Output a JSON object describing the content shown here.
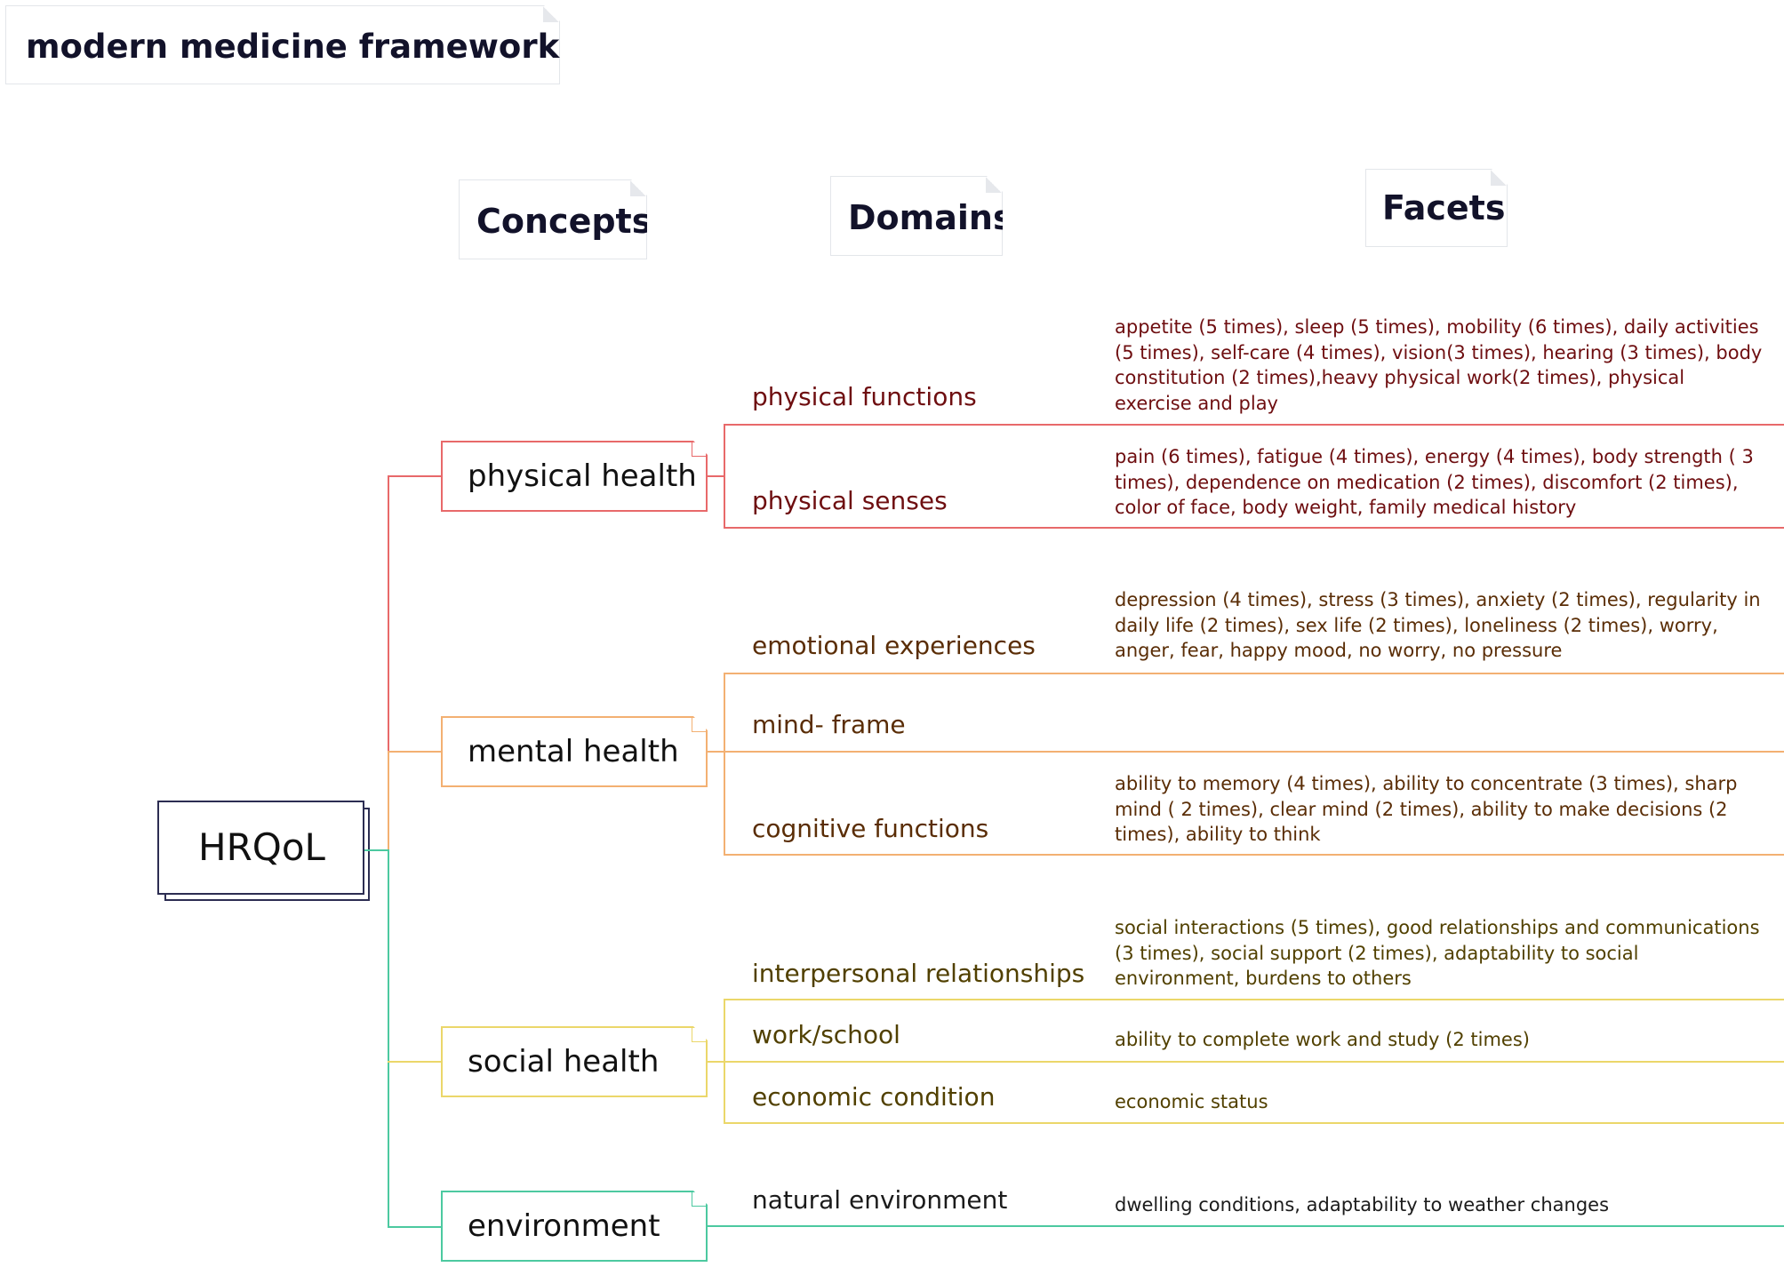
{
  "title": "modern medicine framework",
  "root": "HRQoL",
  "headers": {
    "concepts": "Concepts",
    "domains": "Domains",
    "facets": "Facets"
  },
  "colors": {
    "physical": "#e8696a",
    "mental": "#f3b072",
    "social": "#ebd76a",
    "environment": "#4cc9a0",
    "physical_text": "#6e0e10",
    "mental_text": "#5a2d06",
    "social_text": "#514000",
    "environment_text": "#1b1b1b"
  },
  "concepts": [
    {
      "label": "physical health",
      "domains": [
        {
          "label": "physical functions",
          "facets": "appetite (5 times), sleep (5 times), mobility (6 times), daily activities (5 times), self-care (4 times), vision(3 times), hearing (3 times), body constitution (2 times),heavy physical work(2 times), physical exercise and play"
        },
        {
          "label": "physical senses",
          "facets": "pain (6 times), fatigue (4 times), energy (4 times), body strength ( 3 times), dependence on medication (2 times), discomfort (2 times), color of face, body weight, family medical history"
        }
      ]
    },
    {
      "label": "mental health",
      "domains": [
        {
          "label": "emotional experiences",
          "facets": "depression (4 times), stress (3 times), anxiety (2 times), regularity in daily life (2 times), sex life (2 times), loneliness (2 times), worry, anger, fear, happy mood, no worry, no pressure"
        },
        {
          "label": "mind- frame",
          "facets": ""
        },
        {
          "label": "cognitive functions",
          "facets": "ability to memory (4 times), ability to concentrate (3 times), sharp mind ( 2 times), clear mind (2 times), ability to make decisions (2 times), ability to think"
        }
      ]
    },
    {
      "label": "social health",
      "domains": [
        {
          "label": "interpersonal relationships",
          "facets": "social interactions (5 times), good relationships and communications (3 times), social support (2 times), adaptability to social environment, burdens to others"
        },
        {
          "label": "work/school",
          "facets": "ability to complete work and study (2 times)"
        },
        {
          "label": "economic condition",
          "facets": "economic status"
        }
      ]
    },
    {
      "label": "environment",
      "domains": [
        {
          "label": "natural environment",
          "facets": "dwelling conditions, adaptability to weather changes"
        }
      ]
    }
  ]
}
